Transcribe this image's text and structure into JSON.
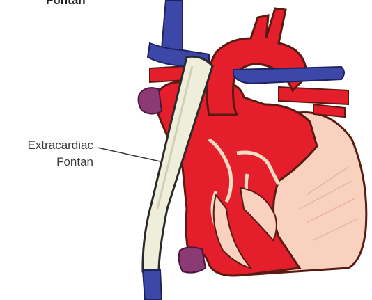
{
  "header": {
    "text": "Fontan"
  },
  "callout": {
    "line1": "Extracardiac",
    "line2": "Fontan"
  },
  "colors": {
    "heart_red": "#e41e2b",
    "outline": "#5a1a12",
    "vessel_blue": "#3d47a8",
    "muscle_pink": "#f8d2bf",
    "conduit": "#eeeedb",
    "valve_purple": "#8b3a73"
  }
}
